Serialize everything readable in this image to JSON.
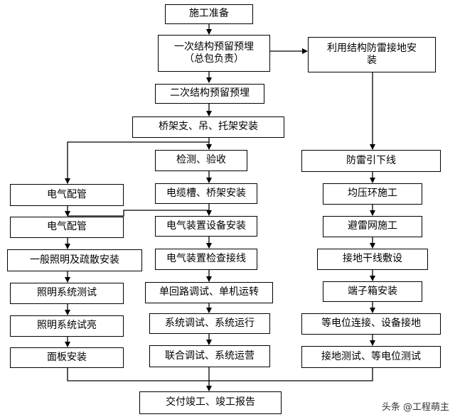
{
  "boxes": {
    "prep": "施工准备",
    "primary": "一次结构预留预埋\n（总包负责）",
    "secondary": "二次结构预留预埋",
    "bracket": "桥架支、吊、托架安装",
    "inspect": "检测、验收",
    "cable_tray": "电缆槽、桥架安装",
    "elec_device": "电气装置设备安装",
    "elec_check": "电气装置检查接线",
    "single_loop": "单回路调试、单机运转",
    "sys_debug": "系统调试、系统运行",
    "joint_debug": "联合调试、系统运营",
    "conduit1": "电气配管",
    "conduit2": "电气配管",
    "lighting_install": "一般照明及疏散安装",
    "lighting_test": "照明系统测试",
    "lighting_trial": "照明系统试亮",
    "panel": "面板安装",
    "lightning_struct": "利用结构防雷接地安\n装",
    "downlead": "防雷引下线",
    "ring": "均压环施工",
    "net": "避雷网施工",
    "ground_main": "接地干线敷设",
    "terminal": "端子箱安装",
    "equipotential": "等电位连接、设备接地",
    "ground_test": "接地测试、等电位测试",
    "handover": "交付竣工、竣工报告"
  },
  "watermark": "头条 @工程萌主"
}
